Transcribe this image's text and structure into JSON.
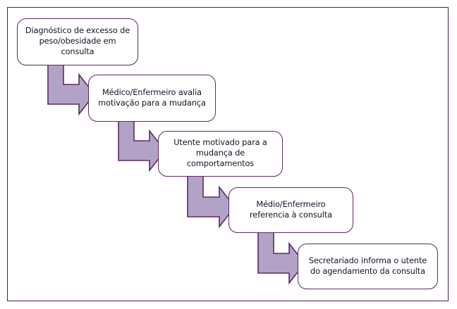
{
  "figure": {
    "kind": "flowchart",
    "orientation": "cascading-diagonal",
    "frame_color": "#4a1f52",
    "box_border_color": "#5c2a63",
    "box_fill_color": "#ffffff",
    "arrow_fill_color": "#b3a2c7",
    "arrow_border_color": "#5c2a63",
    "text_color": "#141427"
  },
  "nodes": [
    {
      "id": "node-1",
      "order": 1,
      "name": "diagnostico-excesso-peso",
      "lines": [
        "Diagnóstico de excesso",
        "de peso/obesidade em",
        "consulta"
      ],
      "text": "Diagnóstico de excesso de peso/obesidade em consulta"
    },
    {
      "id": "node-2",
      "order": 2,
      "name": "medico-avalia-motivacao",
      "lines": [
        "Médico/Enfermeiro avalia",
        "motivação para a",
        "mudança"
      ],
      "text": "Médico/Enfermeiro avalia motivação para a mudança"
    },
    {
      "id": "node-3",
      "order": 3,
      "name": "utente-motivado-mudanca",
      "lines": [
        "Utente motivado para a",
        "mudança de",
        "comportamentos"
      ],
      "text": "Utente motivado para a mudança de comportamentos"
    },
    {
      "id": "node-4",
      "order": 4,
      "name": "medico-referencia-consulta",
      "lines": [
        "Médio/Enfermeiro",
        "referencia à consulta"
      ],
      "text": "Médio/Enfermeiro referencia à consulta"
    },
    {
      "id": "node-5",
      "order": 5,
      "name": "secretariado-informa-agendamento",
      "lines": [
        "Secretariado informa o",
        "utente do agendamento da",
        "consulta"
      ],
      "text": "Secretariado informa o utente do agendamento da consulta"
    }
  ],
  "connectors": [
    {
      "id": "arrow-1",
      "name": "elbow-arrow-1-to-2",
      "from": "node-1",
      "to": "node-2",
      "shape": "elbow-right-arrow"
    },
    {
      "id": "arrow-2",
      "name": "elbow-arrow-2-to-3",
      "from": "node-2",
      "to": "node-3",
      "shape": "elbow-right-arrow"
    },
    {
      "id": "arrow-3",
      "name": "elbow-arrow-3-to-4",
      "from": "node-3",
      "to": "node-4",
      "shape": "elbow-right-arrow"
    },
    {
      "id": "arrow-4",
      "name": "elbow-arrow-4-to-5",
      "from": "node-4",
      "to": "node-5",
      "shape": "elbow-right-arrow"
    }
  ]
}
